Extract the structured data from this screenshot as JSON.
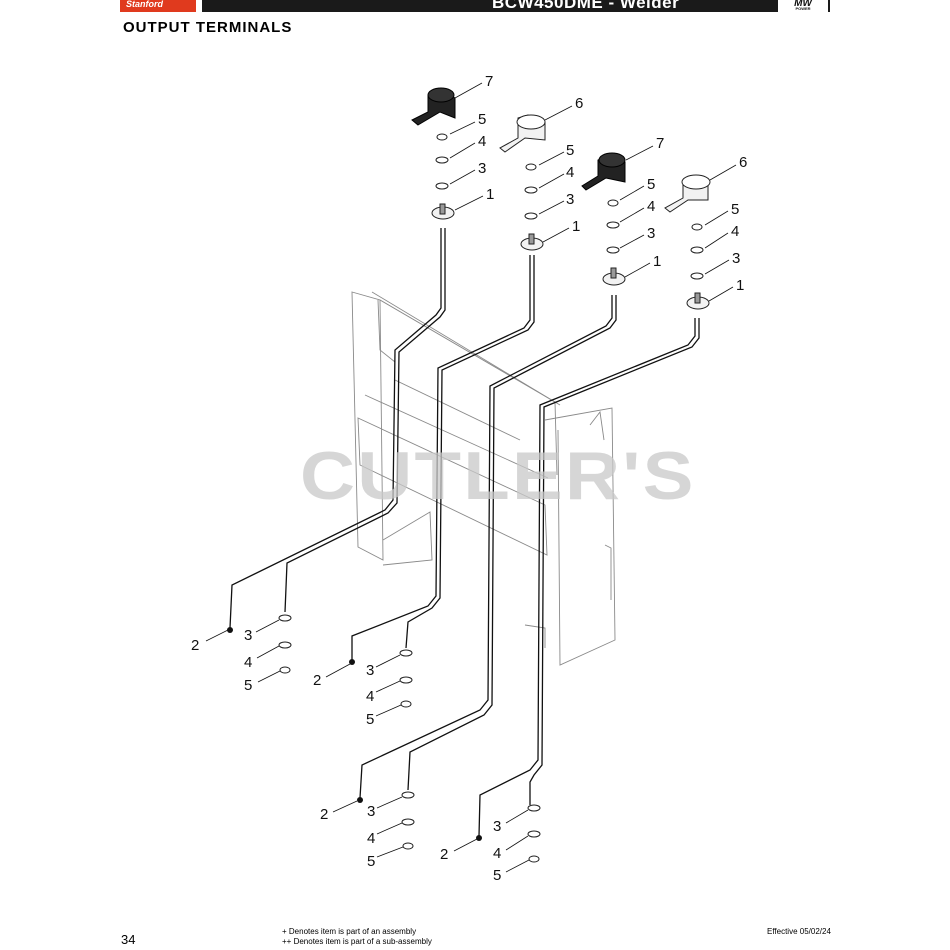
{
  "header": {
    "brand": "Stanford",
    "doc_title": "BCW450DME - Welder",
    "logo_main": "MW",
    "logo_sub": "POWER"
  },
  "section_title": "OUTPUT TERMINALS",
  "watermark": "CUTLER'S",
  "callouts": {
    "item1": "1",
    "item2": "2",
    "item3": "3",
    "item4": "4",
    "item5": "5",
    "item6": "6",
    "item7": "7"
  },
  "footer": {
    "page_number": "34",
    "note_single": "+ Denotes item is part of an assembly",
    "note_double": "++ Denotes item is part of a sub-assembly",
    "effective": "Effective 05/02/24"
  },
  "colors": {
    "brand_red": "#e03a1e",
    "header_black": "#1a1a1a",
    "terminal_black": "#222222",
    "terminal_white": "#f2f2f2",
    "watermark_gray": "#c9c9c9"
  }
}
